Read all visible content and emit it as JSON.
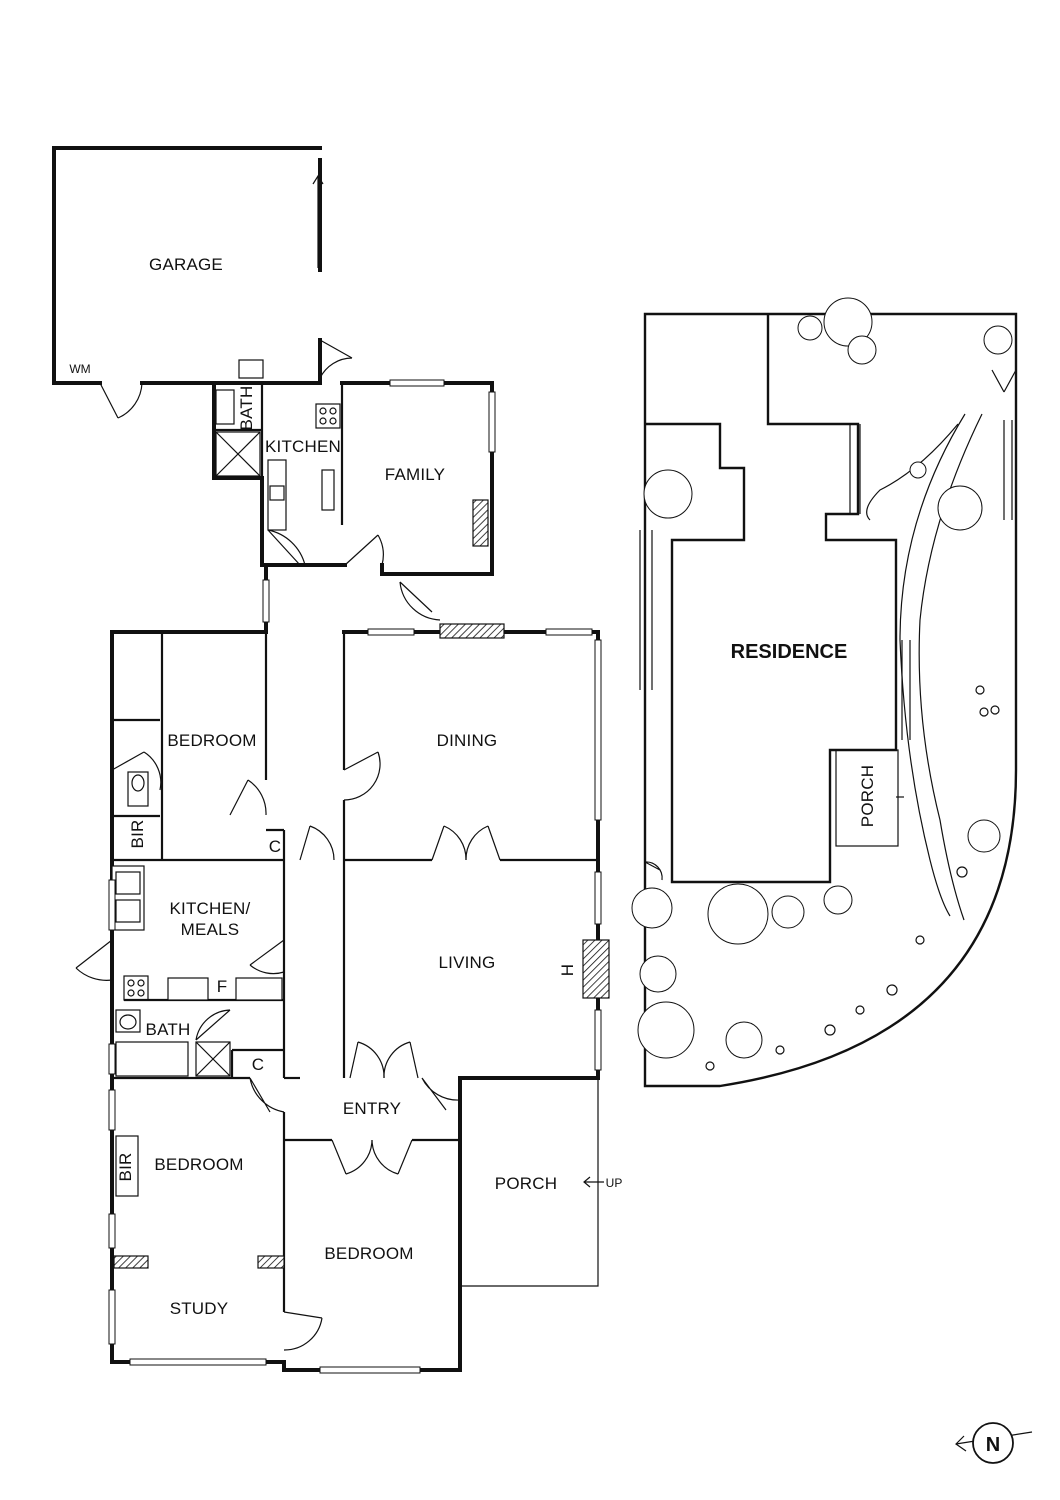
{
  "floor_plan": {
    "rooms": {
      "garage": "GARAGE",
      "wm": "WM",
      "bath_upper": "BATH",
      "kitchen": "KITCHEN",
      "family": "FAMILY",
      "bedroom_1": "BEDROOM",
      "bir_1": "BIR",
      "c_1": "C",
      "dining": "DINING",
      "kitchen_meals_line1": "KITCHEN/",
      "kitchen_meals_line2": "MEALS",
      "fridge": "F",
      "living": "LIVING",
      "heater": "H",
      "bath_lower": "BATH",
      "c_2": "C",
      "entry": "ENTRY",
      "bedroom_2": "BEDROOM",
      "bir_2": "BIR",
      "study": "STUDY",
      "bedroom_3": "BEDROOM",
      "porch": "PORCH",
      "up": "UP"
    }
  },
  "site_plan": {
    "residence": "RESIDENCE",
    "porch": "PORCH"
  },
  "compass": {
    "north": "N"
  }
}
